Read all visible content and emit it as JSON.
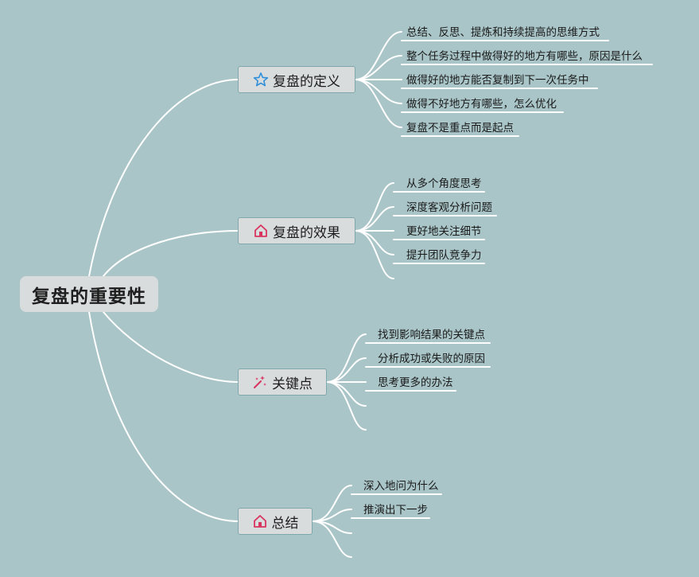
{
  "root": {
    "label": "复盘的重要性"
  },
  "topics": [
    {
      "label": "复盘的定义",
      "icon": "star-icon",
      "items": [
        "总结、反思、提炼和持续提高的思维方式",
        "整个任务过程中做得好的地方有哪些，原因是什么",
        "做得好的地方能否复制到下一次任务中",
        "做得不好地方有哪些，怎么优化",
        "复盘不是重点而是起点"
      ]
    },
    {
      "label": "复盘的效果",
      "icon": "home-icon",
      "items": [
        "从多个角度思考",
        "深度客观分析问题",
        "更好地关注细节",
        "提升团队竞争力",
        ""
      ]
    },
    {
      "label": "关键点",
      "icon": "magic-wand-icon",
      "items": [
        "找到影响结果的关键点",
        "分析成功或失败的原因",
        "思考更多的办法",
        "",
        ""
      ]
    },
    {
      "label": "总结",
      "icon": "home-icon",
      "items": [
        "深入地问为什么",
        "推演出下一步",
        "",
        ""
      ]
    }
  ],
  "colors": {
    "background": "#a9c5c8",
    "node_fill": "#d9dcdd",
    "node_border": "#7fa8ac",
    "line": "#ffffff",
    "star_icon": "#2f8fd8",
    "home_icon": "#d8345f",
    "wand_icon": "#d8345f"
  }
}
